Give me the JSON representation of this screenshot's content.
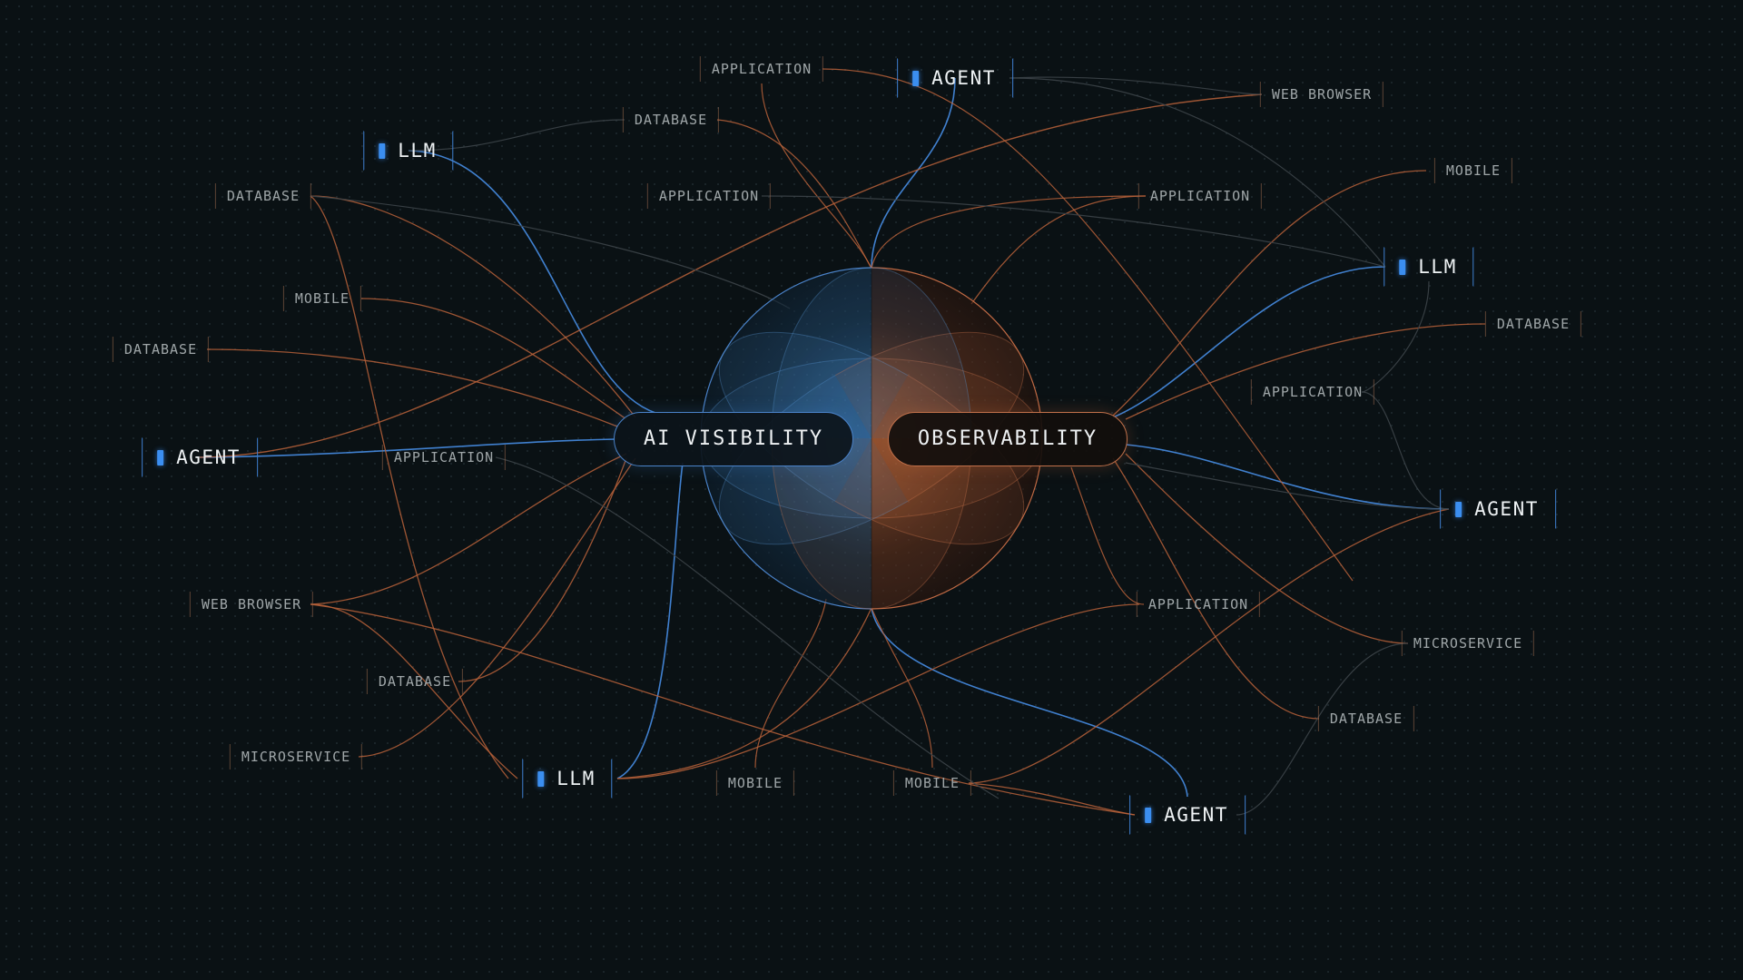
{
  "diagram": {
    "hubs": {
      "left": {
        "label": "AI VISIBILITY",
        "color": "#3b8ef0"
      },
      "right": {
        "label": "OBSERVABILITY",
        "color": "#c8683c"
      }
    },
    "colors": {
      "agent_link": "#4a94f0",
      "orange_link": "#b8623a",
      "grey_link": "#3c4448",
      "background": "#0a1114"
    },
    "nodes": [
      {
        "id": "agent-top",
        "label": "AGENT"
      },
      {
        "id": "llm-top-left",
        "label": "LLM"
      },
      {
        "id": "agent-left",
        "label": "AGENT"
      },
      {
        "id": "llm-bottom-left",
        "label": "LLM"
      },
      {
        "id": "llm-right",
        "label": "LLM"
      },
      {
        "id": "agent-right",
        "label": "AGENT"
      },
      {
        "id": "agent-bottom",
        "label": "AGENT"
      }
    ],
    "tags": [
      {
        "id": "t1",
        "label": "APPLICATION"
      },
      {
        "id": "t2",
        "label": "DATABASE"
      },
      {
        "id": "t3",
        "label": "WEB BROWSER"
      },
      {
        "id": "t4",
        "label": "DATABASE"
      },
      {
        "id": "t5",
        "label": "APPLICATION"
      },
      {
        "id": "t6",
        "label": "APPLICATION"
      },
      {
        "id": "t7",
        "label": "MOBILE"
      },
      {
        "id": "t8",
        "label": "MOBILE"
      },
      {
        "id": "t9",
        "label": "DATABASE"
      },
      {
        "id": "t10",
        "label": "DATABASE"
      },
      {
        "id": "t11",
        "label": "APPLICATION"
      },
      {
        "id": "t12",
        "label": "APPLICATION"
      },
      {
        "id": "t13",
        "label": "WEB BROWSER"
      },
      {
        "id": "t14",
        "label": "APPLICATION"
      },
      {
        "id": "t15",
        "label": "MICROSERVICE"
      },
      {
        "id": "t16",
        "label": "DATABASE"
      },
      {
        "id": "t17",
        "label": "DATABASE"
      },
      {
        "id": "t18",
        "label": "MICROSERVICE"
      },
      {
        "id": "t19",
        "label": "MOBILE"
      },
      {
        "id": "t20",
        "label": "MOBILE"
      }
    ]
  }
}
